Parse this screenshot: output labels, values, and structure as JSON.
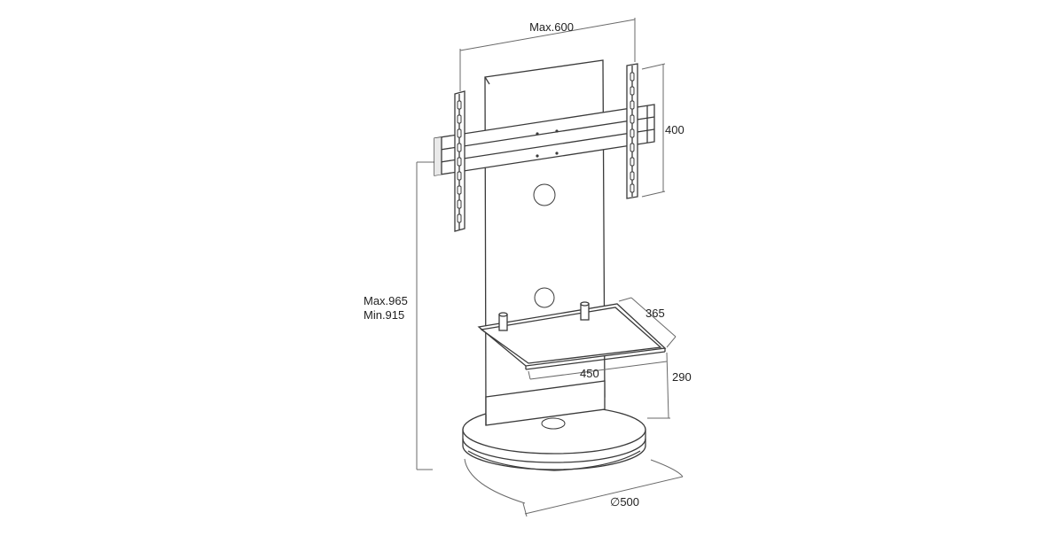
{
  "dimensions": {
    "max_width": "Max.600",
    "vertical_pitch": "400",
    "height_max": "Max.965",
    "height_min": "Min.915",
    "shelf_depth": "365",
    "shelf_width": "450",
    "shelf_height": "290",
    "base_diameter": "∅500"
  },
  "colors": {
    "line": "#3a3a3a",
    "dimension_line": "#6a6a6a",
    "background": "#ffffff"
  }
}
